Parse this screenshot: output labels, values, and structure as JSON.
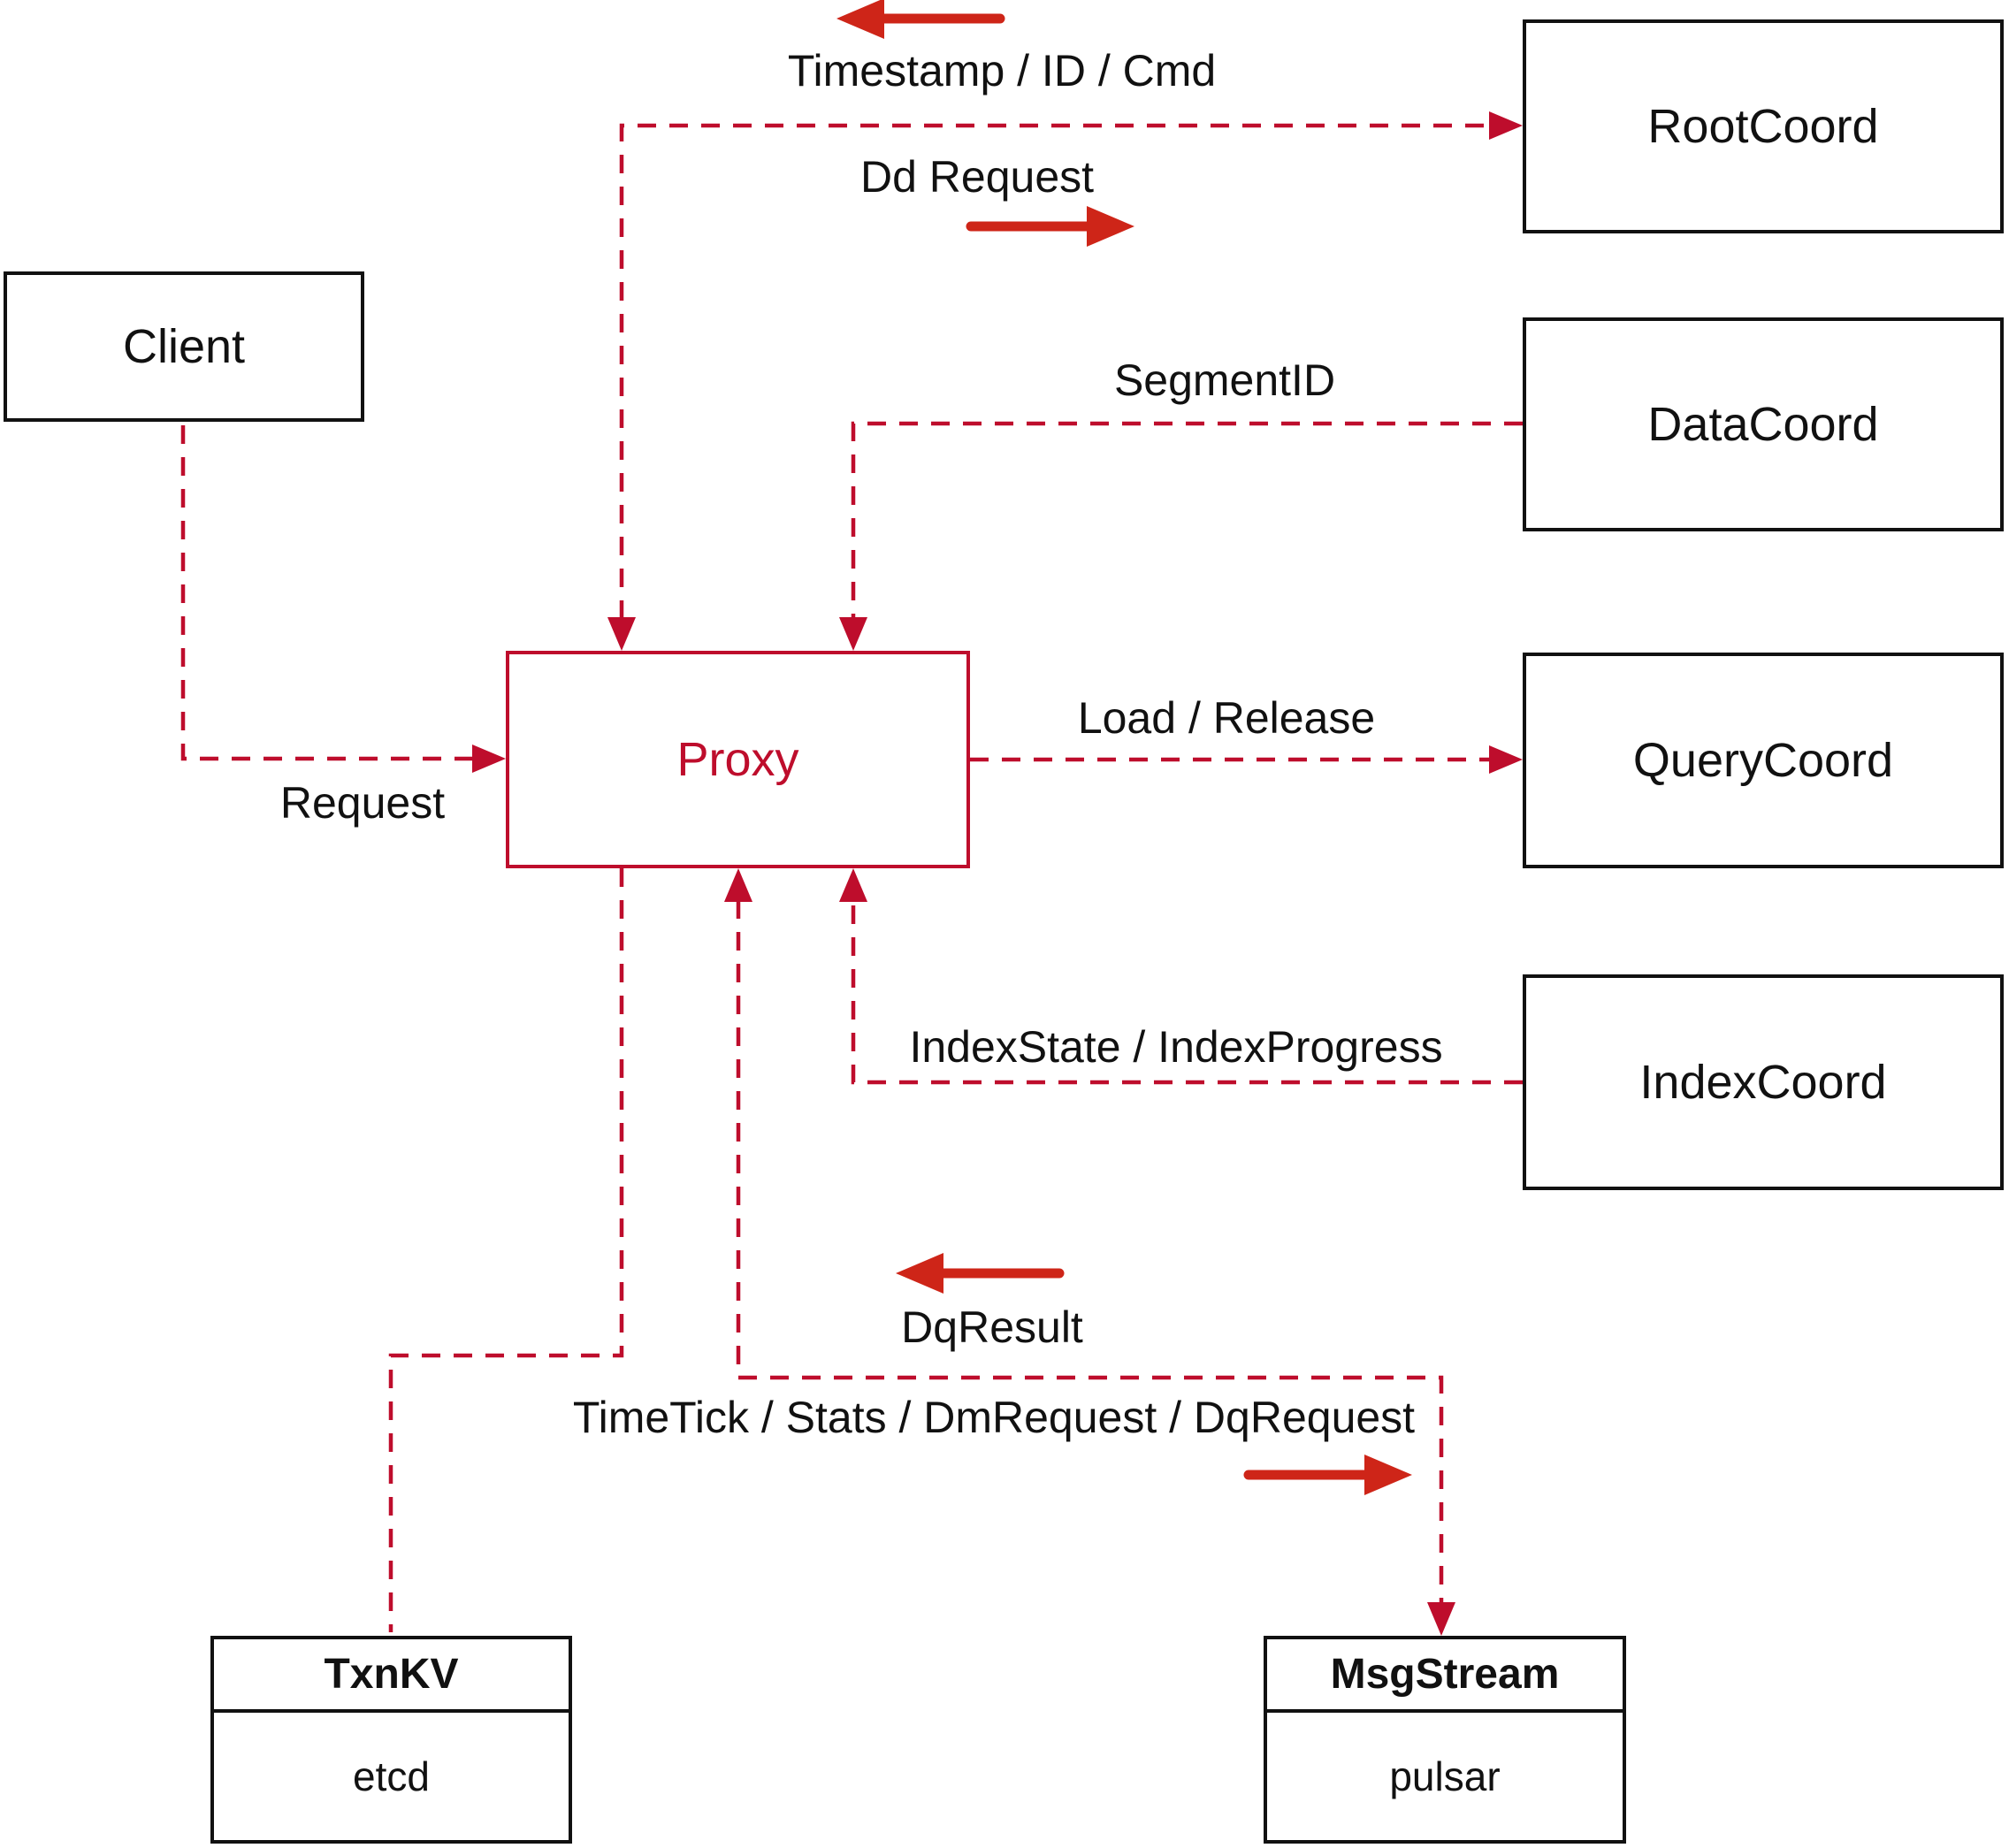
{
  "nodes": {
    "client": {
      "label": "Client"
    },
    "root_coord": {
      "label": "RootCoord"
    },
    "data_coord": {
      "label": "DataCoord"
    },
    "query_coord": {
      "label": "QueryCoord"
    },
    "index_coord": {
      "label": "IndexCoord"
    },
    "proxy": {
      "label": "Proxy"
    },
    "txn_kv": {
      "title": "TxnKV",
      "impl": "etcd"
    },
    "msg_stream": {
      "title": "MsgStream",
      "impl": "pulsar"
    }
  },
  "edge_labels": {
    "timestamp": "Timestamp / ID / Cmd",
    "dd_request": "Dd Request",
    "segment_id": "SegmentID",
    "request": "Request",
    "load_release": "Load / Release",
    "index_state": "IndexState / IndexProgress",
    "dq_result": "DqResult",
    "time_tick": "TimeTick / Stats / DmRequest / DqRequest"
  },
  "colors": {
    "connector_red": "#BE0D2C",
    "arrow_red": "#CE2518",
    "box_border": "#111111",
    "text": "#111111",
    "background": "#FFFFFF"
  }
}
